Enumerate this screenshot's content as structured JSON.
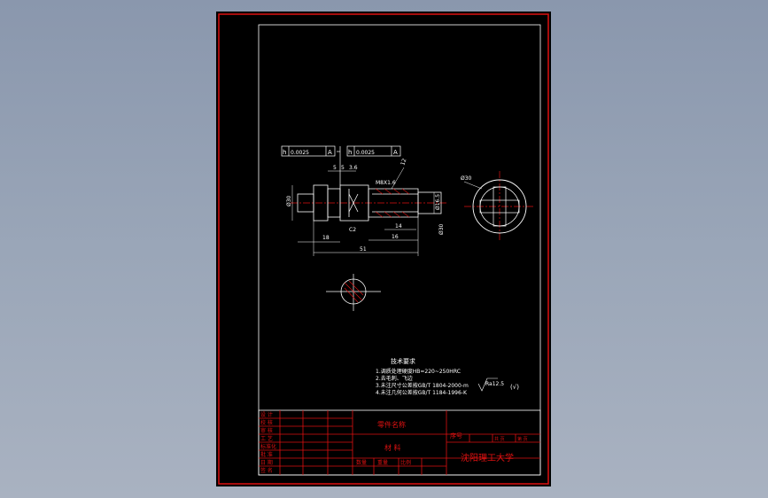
{
  "drawing": {
    "tolerance_left": {
      "symbol": "h",
      "value": "0.0025",
      "datum": "A"
    },
    "tolerance_right": {
      "symbol": "h",
      "value": "0.0025",
      "datum": "A"
    },
    "dimensions": {
      "d1": "5",
      "d2": "5",
      "d3": "3.6",
      "d4": "12",
      "thread": "M8X1.6",
      "diameter_left": "Ø30",
      "diameter_right": "Ø16.5",
      "length_18": "18",
      "length_14": "14",
      "length_16": "16",
      "total_length": "51",
      "chamfer": "C2",
      "diameter_end": "Ø30"
    },
    "side_view_label": "Ø30",
    "tech_req": {
      "title": "技术要求",
      "items": [
        "1.调质处理硬度HB=220~250HRC",
        "2.去毛刺、飞边",
        "3.未注尺寸公差按GB/T 1804-2000-m",
        "4.未注几何公差按GB/T 1184-1996-K"
      ],
      "roughness": "Ra12.5",
      "roughness_suffix": "(√)"
    }
  },
  "title_block": {
    "left_rows": [
      "设 计",
      "校 核",
      "审 核",
      "工 艺",
      "标准化",
      "批 准",
      "日 期",
      "签 名"
    ],
    "part_name": "零件名称",
    "material": "材 料",
    "serial_label": "序号",
    "sheet_total": "共 页",
    "sheet_no": "第 页",
    "footer_cells": [
      "数量",
      "重量",
      "比例"
    ],
    "university": "沈阳理工大学"
  }
}
